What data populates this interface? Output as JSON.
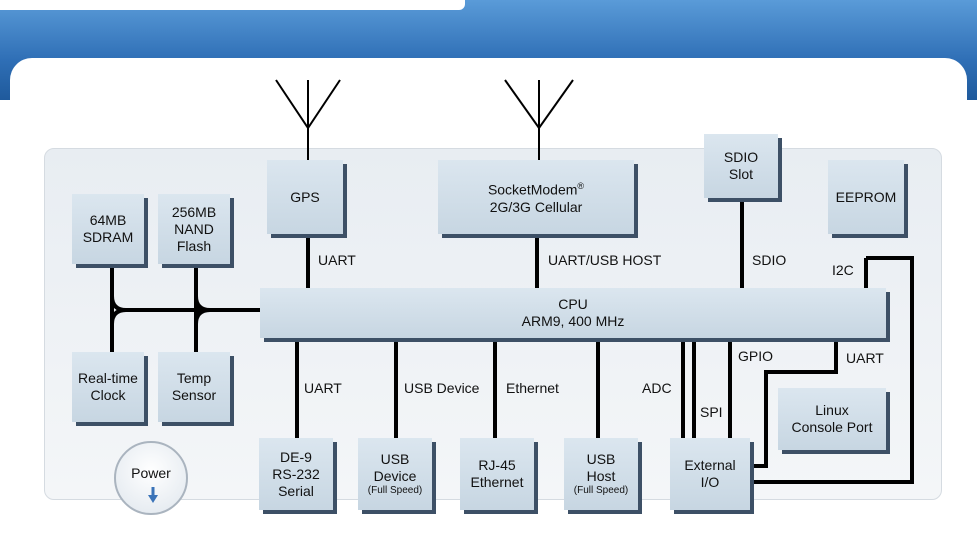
{
  "diagram": {
    "blocks": {
      "sdram": "64MB\nSDRAM",
      "nand": "256MB\nNAND\nFlash",
      "rtc": "Real-time\nClock",
      "temp": "Temp\nSensor",
      "gps": "GPS",
      "modem_line1": "SocketModem",
      "modem_reg": "®",
      "modem_line2": "2G/3G Cellular",
      "sdio_slot": "SDIO\nSlot",
      "eeprom": "EEPROM",
      "cpu": "CPU\nARM9, 400 MHz",
      "serial": "DE-9\nRS-232\nSerial",
      "usb_device": "USB\nDevice",
      "usb_device_note": "(Full Speed)",
      "ethernet": "RJ-45\nEthernet",
      "usb_host": "USB\nHost",
      "usb_host_note": "(Full Speed)",
      "external_io": "External\nI/O",
      "console": "Linux\nConsole Port"
    },
    "links": {
      "gps_uart": "UART",
      "modem": "UART/USB HOST",
      "sdio": "SDIO",
      "i2c": "I2C",
      "serial_uart": "UART",
      "usb_device": "USB Device",
      "ethernet": "Ethernet",
      "adc": "ADC",
      "spi": "SPI",
      "gpio": "GPIO",
      "console_uart": "UART"
    },
    "power": "Power"
  }
}
